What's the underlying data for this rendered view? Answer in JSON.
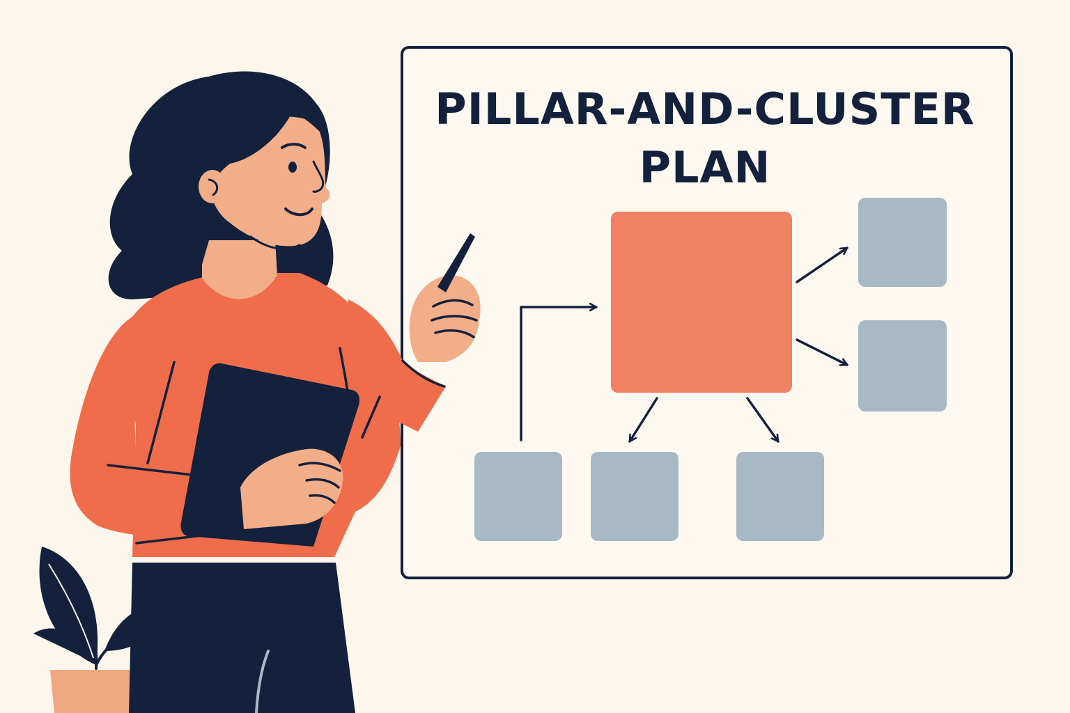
{
  "title": {
    "line1": "PILLAR-AND-CLUSTER",
    "line2": "PLAN"
  },
  "diagram": {
    "nodes": [
      {
        "id": "pillar",
        "role": "pillar"
      },
      {
        "id": "cluster-right-top",
        "role": "cluster"
      },
      {
        "id": "cluster-right-bottom",
        "role": "cluster"
      },
      {
        "id": "cluster-bottom-left",
        "role": "cluster"
      },
      {
        "id": "cluster-bottom-center",
        "role": "cluster"
      },
      {
        "id": "cluster-bottom-right",
        "role": "cluster"
      }
    ],
    "edges": [
      {
        "from": "cluster-bottom-left",
        "to": "pillar"
      },
      {
        "from": "pillar",
        "to": "cluster-right-top"
      },
      {
        "from": "pillar",
        "to": "cluster-right-bottom"
      },
      {
        "from": "pillar",
        "to": "cluster-bottom-center"
      },
      {
        "from": "pillar",
        "to": "cluster-bottom-right"
      }
    ]
  },
  "colors": {
    "background": "#fdf6ec",
    "ink": "#13213d",
    "pillar": "#f08263",
    "cluster": "#a6b9c5",
    "shirt": "#ef6d4a",
    "skin": "#f2ae89",
    "pot": "#f0a882"
  }
}
